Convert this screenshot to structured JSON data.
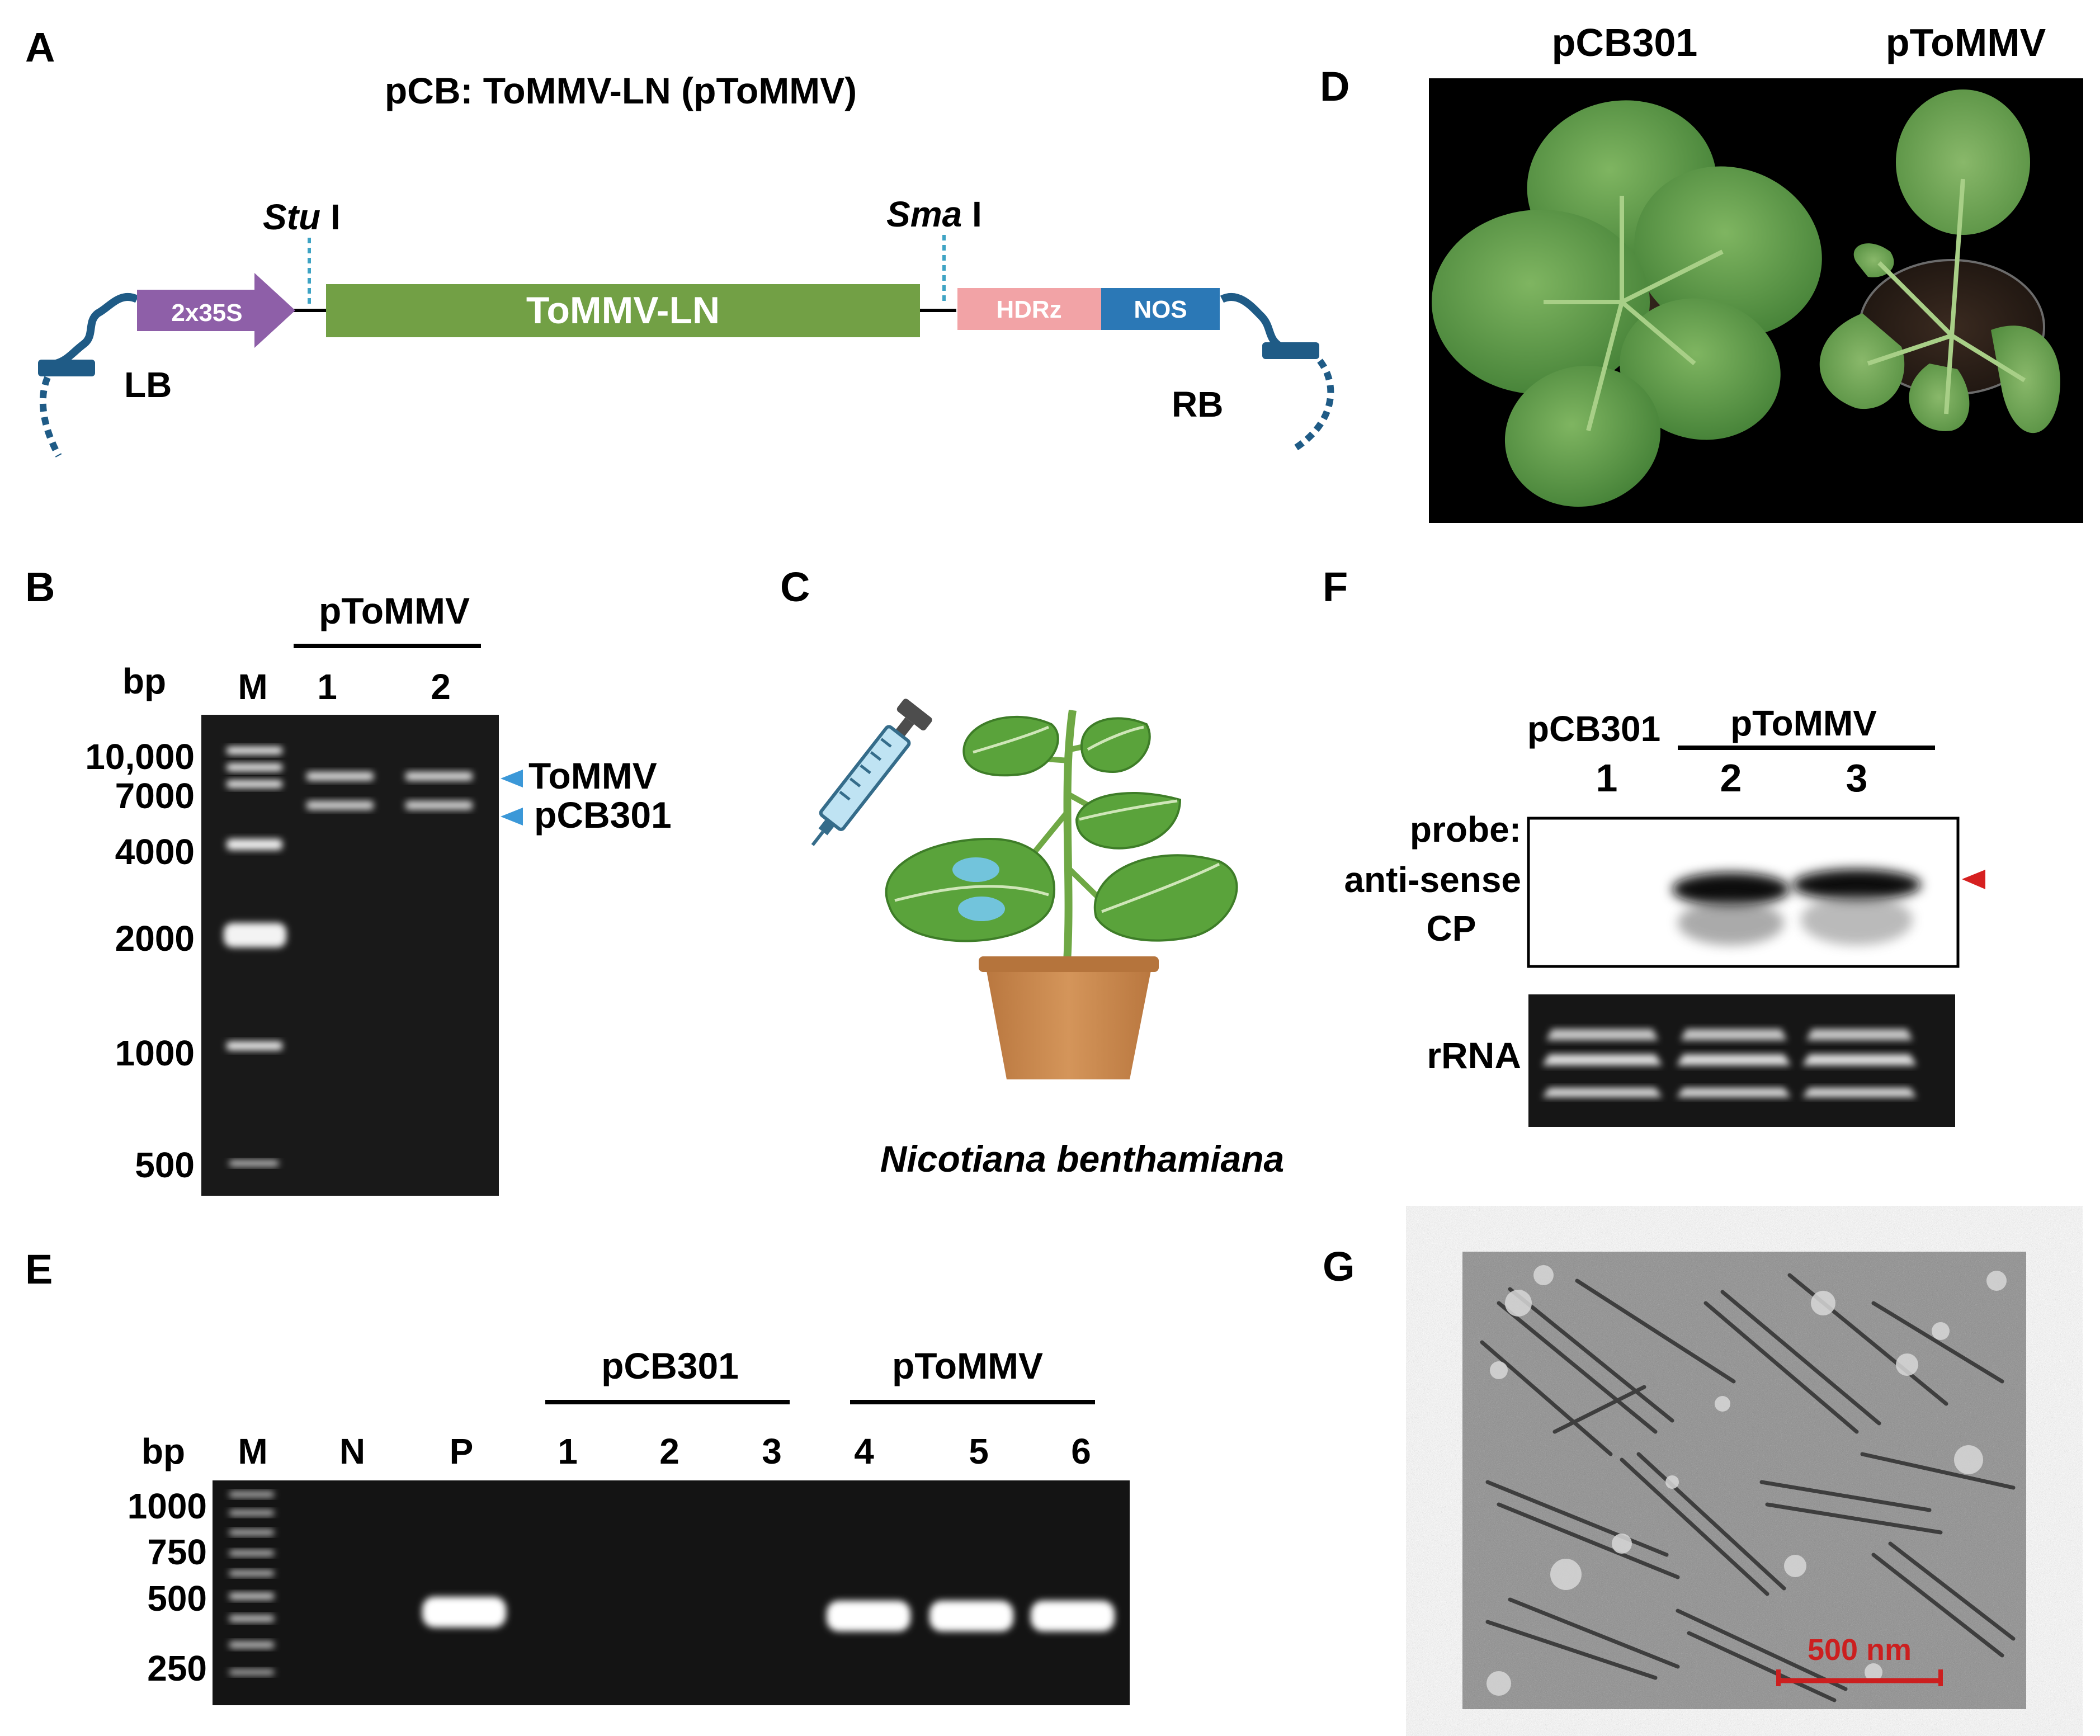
{
  "panel_letters": {
    "a": "A",
    "b": "B",
    "c": "C",
    "d": "D",
    "e": "E",
    "f": "F",
    "g": "G"
  },
  "construct": {
    "title": "pCB: ToMMV-LN (pToMMV)",
    "stu_italic": "Stu",
    "stu_roman": " I",
    "sma_italic": "Sma",
    "sma_roman": " I",
    "promoter": "2x35S",
    "insert": "ToMMV-LN",
    "ribozyme": "HDRz",
    "terminator": "NOS",
    "left_border": "LB",
    "right_border": "RB"
  },
  "gel_b": {
    "group_label": "pToMMV",
    "bp_label": "bp",
    "lane_labels": [
      "M",
      "1",
      "2"
    ],
    "marker_sizes": [
      "10,000",
      "7000",
      "4000",
      "2000",
      "1000",
      "500"
    ],
    "band_labels": [
      "ToMMV",
      "pCB301"
    ]
  },
  "inoculation": {
    "species": "Nicotiana benthamiana"
  },
  "photo_d": {
    "left_label": "pCB301",
    "right_label": "pToMMV"
  },
  "rtpcr_e": {
    "bp_label": "bp",
    "lane_labels": [
      "M",
      "N",
      "P",
      "1",
      "2",
      "3",
      "4",
      "5",
      "6"
    ],
    "group_labels": [
      "pCB301",
      "pToMMV"
    ],
    "marker_sizes": [
      "1000",
      "750",
      "500",
      "250"
    ]
  },
  "northern_f": {
    "sample_labels": [
      "pCB301",
      "pToMMV"
    ],
    "lane_labels": [
      "1",
      "2",
      "3"
    ],
    "probe_lines": [
      "probe:",
      "anti-sense",
      "CP"
    ],
    "loading_label": "rRNA"
  },
  "tem_g": {
    "scale_bar": "500 nm"
  },
  "colors": {
    "promoter": "#8e5fa8",
    "insert": "#72a045",
    "ribozyme": "#f2a3a6",
    "terminator": "#2b78b6",
    "border": "#1f5b86",
    "arrowhead": "#3b98d8",
    "signal_marker": "#d62020",
    "scale_bar": "#cc1f1f"
  }
}
